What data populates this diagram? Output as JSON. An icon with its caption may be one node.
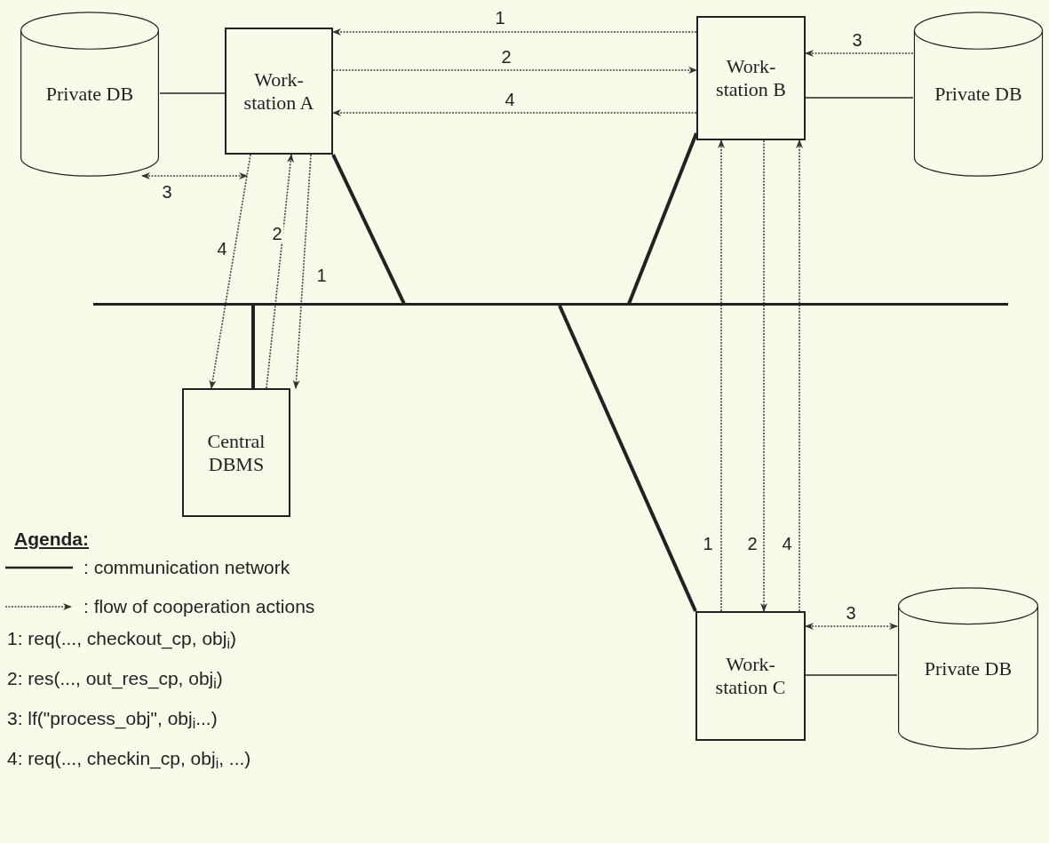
{
  "diagram": {
    "nodes": [
      {
        "text": [
          "Private DB"
        ]
      },
      {
        "text": [
          "Work- station A"
        ]
      },
      {
        "text": [
          "Work- station B"
        ]
      },
      {
        "text": [
          "Private DB"
        ]
      },
      {
        "text": [
          "Central DBMS"
        ]
      },
      {
        "text": [
          "Work- station C"
        ]
      },
      {
        "text": [
          "Private DB"
        ]
      },
      {
        "text": [],
        "shape": "bar"
      }
    ],
    "edges": [
      {
        "from": 0,
        "to": 1,
        "arrow": "none"
      },
      {
        "from": 1,
        "to": 7,
        "arrow": "none",
        "style": "thick"
      },
      {
        "from": 2,
        "to": 3,
        "arrow": "none"
      },
      {
        "from": 2,
        "to": 7,
        "arrow": "none",
        "style": "thick"
      },
      {
        "from": 4,
        "to": 7,
        "arrow": "none",
        "style": "thick"
      },
      {
        "from": 7,
        "to": 5,
        "arrow": "none",
        "style": "thick"
      },
      {
        "from": 5,
        "to": 6,
        "arrow": "none"
      },
      {
        "from": 2,
        "to": 1,
        "arrow": "to",
        "style": "dashed",
        "label": "1"
      },
      {
        "from": 1,
        "to": 2,
        "arrow": "to",
        "style": "dashed",
        "label": "2"
      },
      {
        "from": 2,
        "to": 1,
        "arrow": "to",
        "style": "dashed",
        "label": "4"
      },
      {
        "from": 0,
        "to": 1,
        "arrow": "both",
        "style": "dashed",
        "label": "3"
      },
      {
        "from": 3,
        "to": 2,
        "arrow": "to",
        "style": "dashed",
        "label": "3"
      },
      {
        "from": 5,
        "to": 6,
        "arrow": "both",
        "style": "dashed",
        "label": "3"
      },
      {
        "from": 1,
        "to": 4,
        "arrow": "to",
        "style": "dashed",
        "label": "4"
      },
      {
        "from": 4,
        "to": 1,
        "arrow": "to",
        "style": "dashed",
        "label": "2"
      },
      {
        "from": 1,
        "to": 4,
        "arrow": "to",
        "style": "dashed",
        "label": "1"
      },
      {
        "from": 5,
        "to": 2,
        "arrow": "to",
        "style": "dashed",
        "label": "1"
      },
      {
        "from": 2,
        "to": 5,
        "arrow": "to",
        "style": "dashed",
        "label": "2"
      },
      {
        "from": 5,
        "to": 2,
        "arrow": "to",
        "style": "dashed",
        "label": "4"
      }
    ],
    "labels": [
      "Agenda:",
      "1: req(..., checkout_cp, obj$_{i}$)",
      "2: res(..., out_res_cp, obj$_{i}$)",
      "3: lf(\"process_obj\", obj$_{i}$...)",
      "4: req(..., checkin_cp, obj$_{i}$, ...)"
    ],
    "legend": [
      {
        "text": ": communication network"
      },
      {
        "text": ": flow of cooperation actions"
      }
    ]
  }
}
